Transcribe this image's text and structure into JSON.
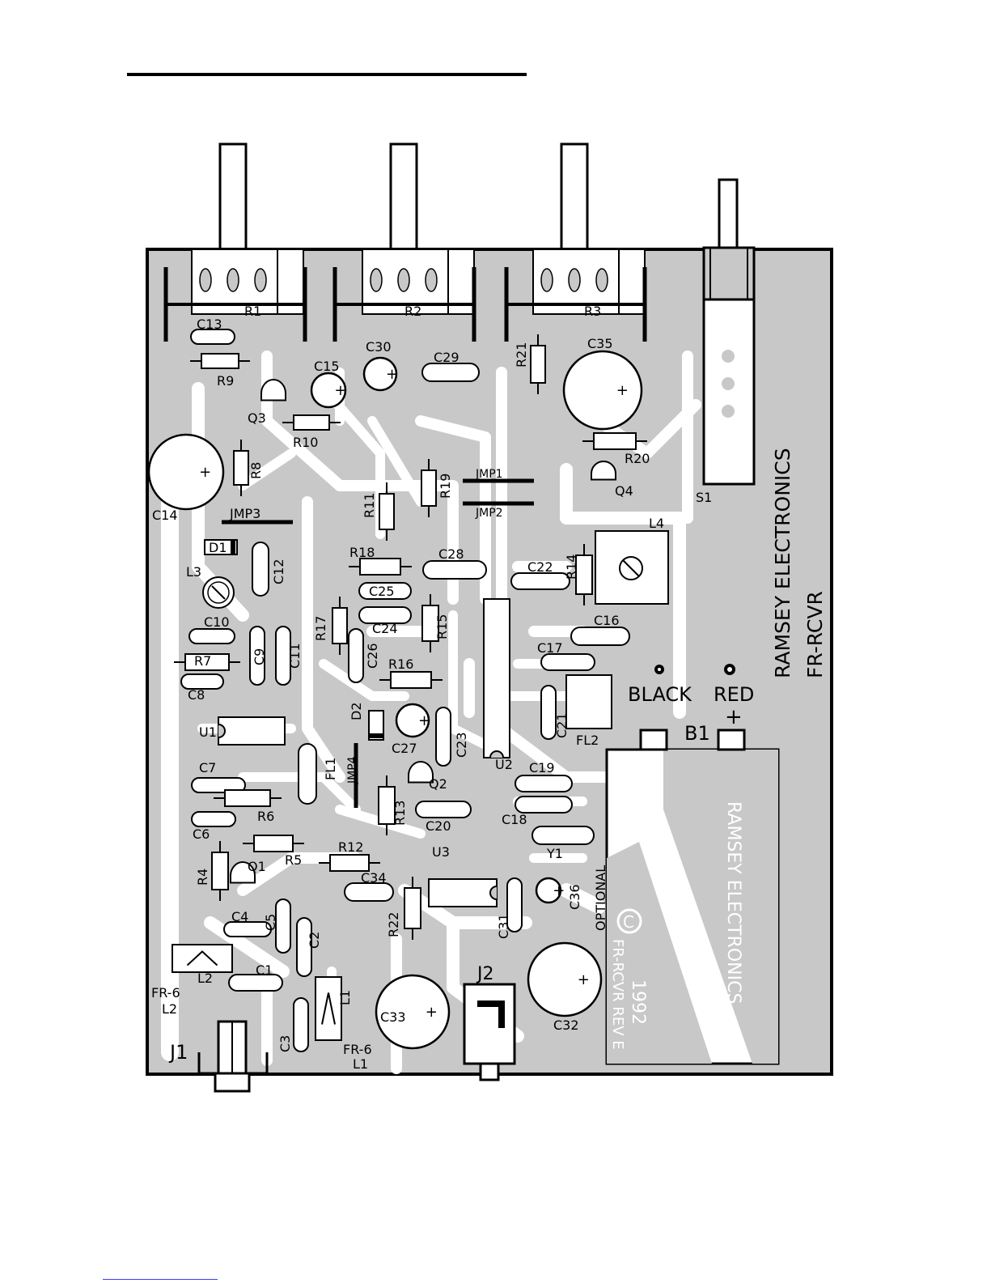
{
  "colors": {
    "board": "#c8c8c8",
    "trace": "#ffffff",
    "ink": "#000000",
    "battery_text": "#ffffff",
    "link_rule": "#3a3aff"
  },
  "battery": {
    "ref": "B1",
    "black_label": "BLACK",
    "red_label": "RED",
    "plus": "+",
    "brand": "RAMSEY ELECTRONICS",
    "copyright_year": "1992",
    "copyright_symbol": "C",
    "rev": "FR-RCVR REV E",
    "optional": "OPTIONAL"
  },
  "board_text": {
    "brand": "RAMSEY ELECTRONICS",
    "model": "FR-RCVR"
  },
  "coil_notes": {
    "l2": [
      "FR-6",
      "L2"
    ],
    "l1": [
      "FR-6",
      "L1"
    ]
  },
  "components": [
    {
      "ref": "R1",
      "kind": "label"
    },
    {
      "ref": "R2",
      "kind": "label"
    },
    {
      "ref": "R3",
      "kind": "label"
    },
    {
      "ref": "C13",
      "kind": "cap"
    },
    {
      "ref": "R9",
      "kind": "res"
    },
    {
      "ref": "Q3",
      "kind": "transistor"
    },
    {
      "ref": "C15",
      "kind": "elcap"
    },
    {
      "ref": "R10",
      "kind": "res"
    },
    {
      "ref": "C30",
      "kind": "elcap"
    },
    {
      "ref": "C29",
      "kind": "cap"
    },
    {
      "ref": "R21",
      "kind": "res"
    },
    {
      "ref": "C35",
      "kind": "elcap"
    },
    {
      "ref": "R20",
      "kind": "res"
    },
    {
      "ref": "Q4",
      "kind": "transistor"
    },
    {
      "ref": "S1",
      "kind": "label"
    },
    {
      "ref": "C14",
      "kind": "elcap"
    },
    {
      "ref": "R8",
      "kind": "res"
    },
    {
      "ref": "JMP3",
      "kind": "jumper"
    },
    {
      "ref": "R11",
      "kind": "res"
    },
    {
      "ref": "R19",
      "kind": "res"
    },
    {
      "ref": "JMP1",
      "kind": "jumper"
    },
    {
      "ref": "JMP2",
      "kind": "jumper"
    },
    {
      "ref": "L4",
      "kind": "coil"
    },
    {
      "ref": "D1",
      "kind": "diode"
    },
    {
      "ref": "C12",
      "kind": "cap"
    },
    {
      "ref": "R18",
      "kind": "res"
    },
    {
      "ref": "C28",
      "kind": "cap"
    },
    {
      "ref": "C22",
      "kind": "cap"
    },
    {
      "ref": "R14",
      "kind": "res"
    },
    {
      "ref": "L3",
      "kind": "coil"
    },
    {
      "ref": "C25",
      "kind": "cap"
    },
    {
      "ref": "C10",
      "kind": "cap"
    },
    {
      "ref": "R17",
      "kind": "res"
    },
    {
      "ref": "C24",
      "kind": "cap"
    },
    {
      "ref": "R15",
      "kind": "res"
    },
    {
      "ref": "C16",
      "kind": "cap"
    },
    {
      "ref": "C9",
      "kind": "cap"
    },
    {
      "ref": "C11",
      "kind": "cap"
    },
    {
      "ref": "C26",
      "kind": "cap"
    },
    {
      "ref": "R7",
      "kind": "res"
    },
    {
      "ref": "R16",
      "kind": "res"
    },
    {
      "ref": "C17",
      "kind": "cap"
    },
    {
      "ref": "C8",
      "kind": "cap"
    },
    {
      "ref": "D2",
      "kind": "diode"
    },
    {
      "ref": "U1",
      "kind": "ic"
    },
    {
      "ref": "C27",
      "kind": "elcap"
    },
    {
      "ref": "C23",
      "kind": "cap"
    },
    {
      "ref": "C21",
      "kind": "cap"
    },
    {
      "ref": "FL2",
      "kind": "filter"
    },
    {
      "ref": "FL1",
      "kind": "filter"
    },
    {
      "ref": "JMP4",
      "kind": "jumper"
    },
    {
      "ref": "U2",
      "kind": "ic"
    },
    {
      "ref": "C7",
      "kind": "cap"
    },
    {
      "ref": "Q2",
      "kind": "transistor"
    },
    {
      "ref": "C19",
      "kind": "cap"
    },
    {
      "ref": "R6",
      "kind": "res"
    },
    {
      "ref": "R13",
      "kind": "res"
    },
    {
      "ref": "C20",
      "kind": "cap"
    },
    {
      "ref": "C18",
      "kind": "cap"
    },
    {
      "ref": "C6",
      "kind": "cap"
    },
    {
      "ref": "R5",
      "kind": "res"
    },
    {
      "ref": "R12",
      "kind": "res"
    },
    {
      "ref": "U3",
      "kind": "ic"
    },
    {
      "ref": "Y1",
      "kind": "crystal"
    },
    {
      "ref": "R4",
      "kind": "res"
    },
    {
      "ref": "Q1",
      "kind": "transistor"
    },
    {
      "ref": "C34",
      "kind": "cap"
    },
    {
      "ref": "C36",
      "kind": "elcap"
    },
    {
      "ref": "R22",
      "kind": "res"
    },
    {
      "ref": "C31",
      "kind": "cap"
    },
    {
      "ref": "C5",
      "kind": "cap"
    },
    {
      "ref": "C4",
      "kind": "cap"
    },
    {
      "ref": "C2",
      "kind": "cap"
    },
    {
      "ref": "L2",
      "kind": "coil"
    },
    {
      "ref": "C1",
      "kind": "cap"
    },
    {
      "ref": "L1",
      "kind": "coil"
    },
    {
      "ref": "J2",
      "kind": "jack"
    },
    {
      "ref": "C32",
      "kind": "elcap"
    },
    {
      "ref": "C33",
      "kind": "elcap"
    },
    {
      "ref": "C3",
      "kind": "cap"
    },
    {
      "ref": "J1",
      "kind": "jack"
    }
  ]
}
